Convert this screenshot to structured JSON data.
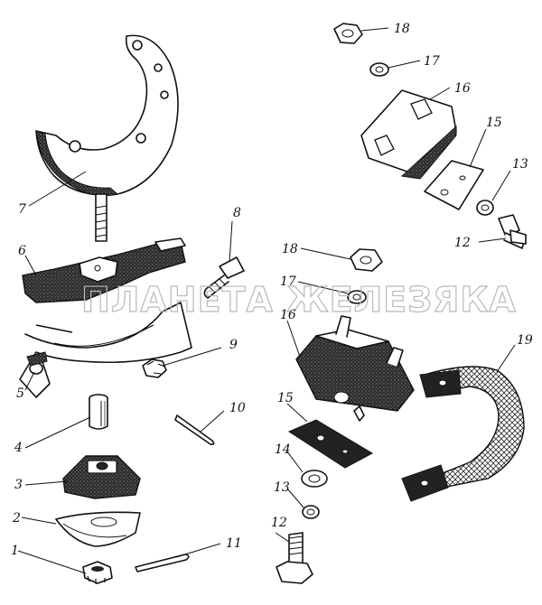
{
  "watermark": "ПЛАНЕТА ЖЕЛЕЗЯКА",
  "callouts": {
    "c1": "1",
    "c2": "2",
    "c3": "3",
    "c4": "4",
    "c5": "5",
    "c6": "6",
    "c7": "7",
    "c8": "8",
    "c9": "9",
    "c10": "10",
    "c11": "11",
    "c12_top": "12",
    "c13_top": "13",
    "c15_top": "15",
    "c16_top": "16",
    "c17_top": "17",
    "c18_top": "18",
    "c12_bottom": "12",
    "c13_bottom": "13",
    "c14_bottom": "14",
    "c15_bottom": "15",
    "c16_bottom": "16",
    "c17_bottom": "17",
    "c18_bottom": "18",
    "c19": "19"
  }
}
